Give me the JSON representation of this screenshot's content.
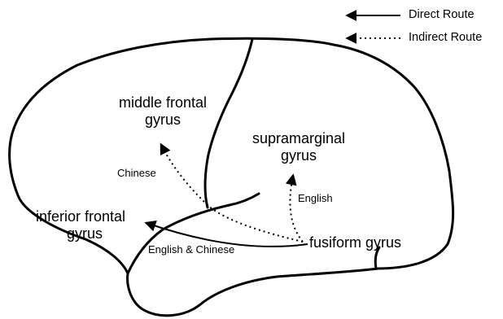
{
  "legend": {
    "direct_label": "Direct Route",
    "indirect_label": "Indirect Route"
  },
  "regions": {
    "middle_frontal": {
      "line1": "middle frontal",
      "line2": "gyrus"
    },
    "supramarginal": {
      "line1": "supramarginal",
      "line2": "gyrus"
    },
    "inferior_frontal": {
      "line1": "inferior frontal",
      "line2": "gyrus"
    },
    "fusiform": {
      "label": "fusiform gyrus"
    }
  },
  "routes": {
    "chinese_label": "Chinese",
    "english_label": "English",
    "both_label": "English & Chinese"
  },
  "colors": {
    "ink": "#000000",
    "background": "#ffffff"
  }
}
